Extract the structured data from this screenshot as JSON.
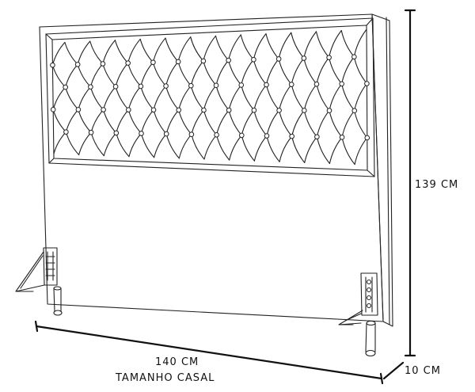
{
  "dimensions": {
    "height": "139 CM",
    "width": "140 CM",
    "depth": "10 CM"
  },
  "caption": "TAMANHO CASAL",
  "tufting": {
    "columns": 12,
    "rows": 4
  }
}
